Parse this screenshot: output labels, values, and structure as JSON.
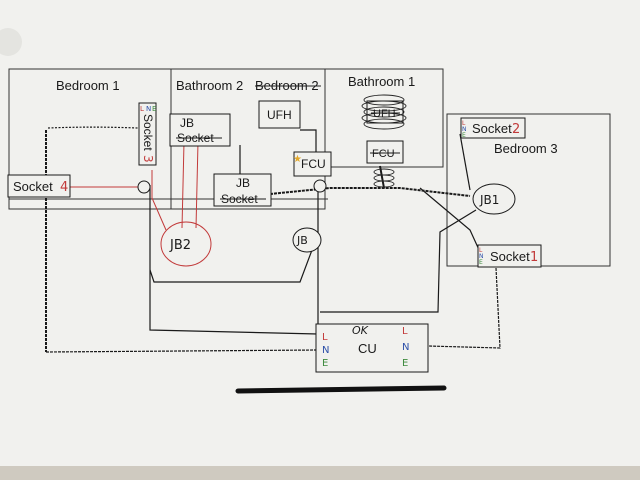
{
  "rooms": {
    "bedroom1": "Bedroom 1",
    "bathroom2": "Bathroom 2",
    "bedroom2_struck": "Bedroom 2",
    "bathroom1": "Bathroom 1",
    "bedroom3": "Bedroom 3"
  },
  "boxes": {
    "socket1": "Socket",
    "socket1_num": "1",
    "socket2": "Socket",
    "socket2_num": "2",
    "socket3": "Socket",
    "socket3_num": "3",
    "socket4": "Socket",
    "socket4_num": "4",
    "jb_socket_upper_jb": "JB",
    "jb_socket_upper_socket": "Socket",
    "jb_socket_lower_jb": "JB",
    "jb_socket_lower_socket": "Socket",
    "ufh_bath2": "UFH",
    "fcu_bath2": "FCU",
    "ufh_bath1": "UFH",
    "fcu_bath1": "FCU",
    "cu": "CU",
    "cu_ok": "OK"
  },
  "junctions": {
    "jb1": "JB1",
    "jb2": "JB2",
    "jb": "JB"
  },
  "terminals": {
    "cu_left": [
      "L",
      "N",
      "E"
    ],
    "cu_right": [
      "L",
      "N",
      "E"
    ],
    "socket1": [
      "L",
      "N",
      "E"
    ],
    "socket2": [
      "L",
      "N",
      "E"
    ],
    "socket3": [
      "L",
      "N",
      "E"
    ]
  },
  "colors": {
    "paper": "#f1f1ee",
    "ink": "#1a1a1a",
    "red": "#c23a3a",
    "green": "#3d8a3d",
    "blue": "#2c4fa8",
    "star": "#e3a92b"
  }
}
